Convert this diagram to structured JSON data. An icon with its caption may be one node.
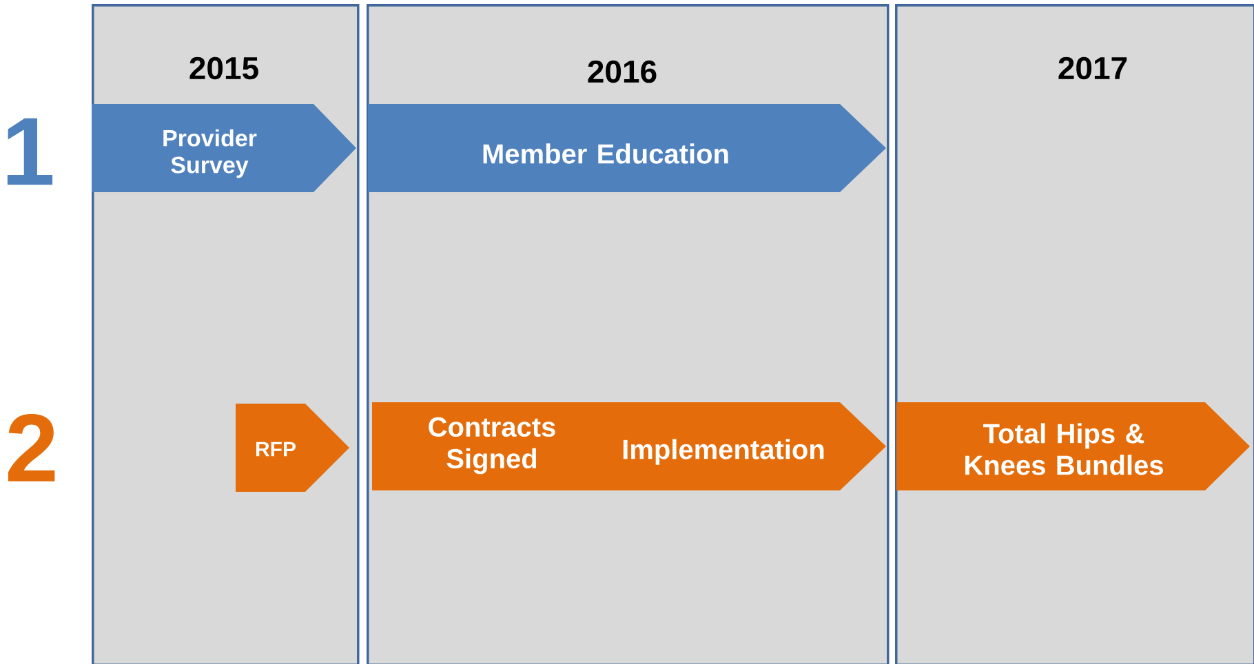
{
  "diagram": {
    "nodes": [
      {
        "text": [
          "2015"
        ]
      },
      {
        "text": [
          "Provider Survey"
        ],
        "in": 0
      },
      {
        "text": [
          "RFP"
        ],
        "in": 0
      },
      {
        "text": [
          "2016"
        ]
      },
      {
        "text": [
          "Member Education"
        ],
        "in": 3
      },
      {
        "text": [
          "Contracts Signed",
          "Implementation"
        ],
        "in": 3
      },
      {
        "text": [
          "2017"
        ]
      },
      {
        "text": [
          "Total Hips & Knees Bundles"
        ],
        "in": 6
      }
    ],
    "labels": [
      "1",
      "2"
    ]
  }
}
